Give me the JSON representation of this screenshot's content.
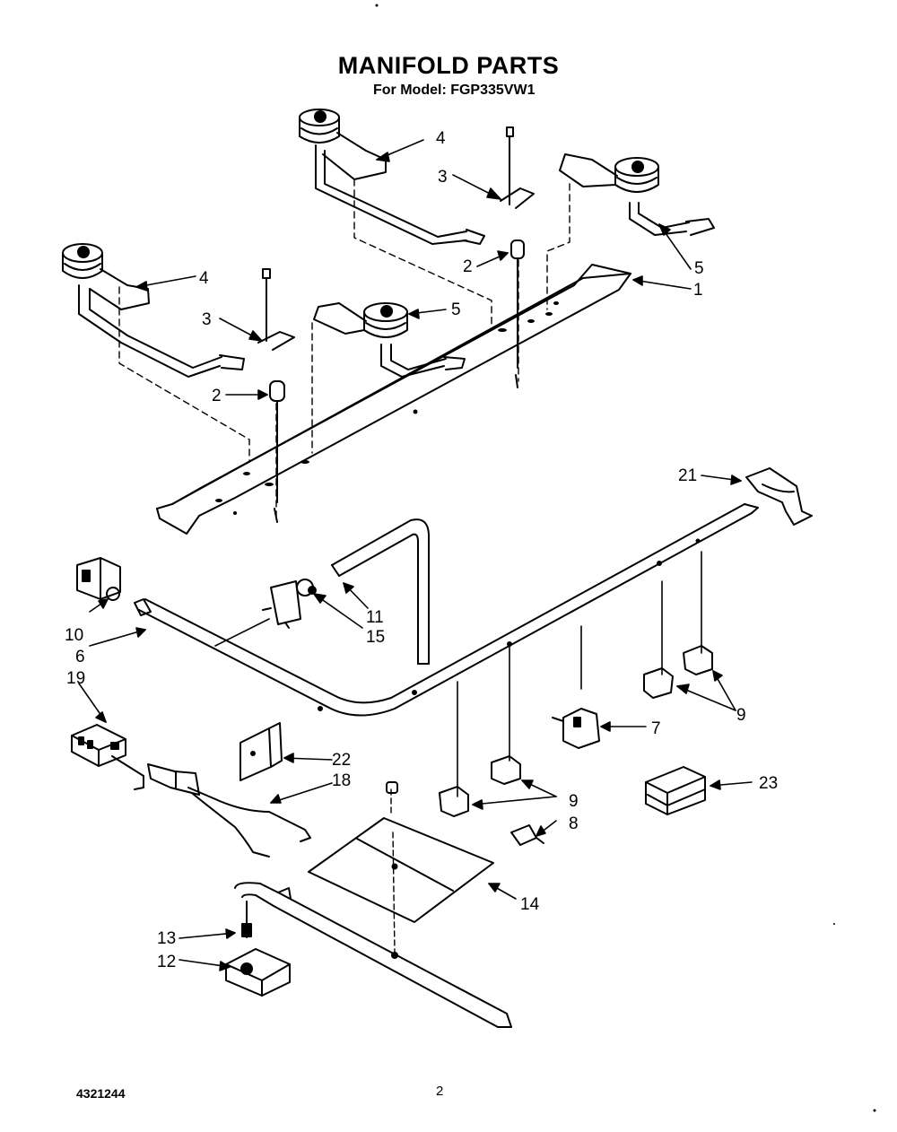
{
  "header": {
    "title": "MANIFOLD PARTS",
    "subtitle": "For Model: FGP335VW1"
  },
  "footer": {
    "doc_number": "4321244",
    "page_number": "2"
  },
  "callouts": [
    {
      "id": "c1",
      "label": "1"
    },
    {
      "id": "c2a",
      "label": "2"
    },
    {
      "id": "c2b",
      "label": "2"
    },
    {
      "id": "c3a",
      "label": "3"
    },
    {
      "id": "c3b",
      "label": "3"
    },
    {
      "id": "c4a",
      "label": "4"
    },
    {
      "id": "c4b",
      "label": "4"
    },
    {
      "id": "c5a",
      "label": "5"
    },
    {
      "id": "c5b",
      "label": "5"
    },
    {
      "id": "c6",
      "label": "6"
    },
    {
      "id": "c7",
      "label": "7"
    },
    {
      "id": "c8",
      "label": "8"
    },
    {
      "id": "c9a",
      "label": "9"
    },
    {
      "id": "c9b",
      "label": "9"
    },
    {
      "id": "c10",
      "label": "10"
    },
    {
      "id": "c11",
      "label": "11"
    },
    {
      "id": "c12",
      "label": "12"
    },
    {
      "id": "c13",
      "label": "13"
    },
    {
      "id": "c14",
      "label": "14"
    },
    {
      "id": "c15",
      "label": "15"
    },
    {
      "id": "c18",
      "label": "18"
    },
    {
      "id": "c19",
      "label": "19"
    },
    {
      "id": "c21",
      "label": "21"
    },
    {
      "id": "c22",
      "label": "22"
    },
    {
      "id": "c23",
      "label": "23"
    }
  ]
}
